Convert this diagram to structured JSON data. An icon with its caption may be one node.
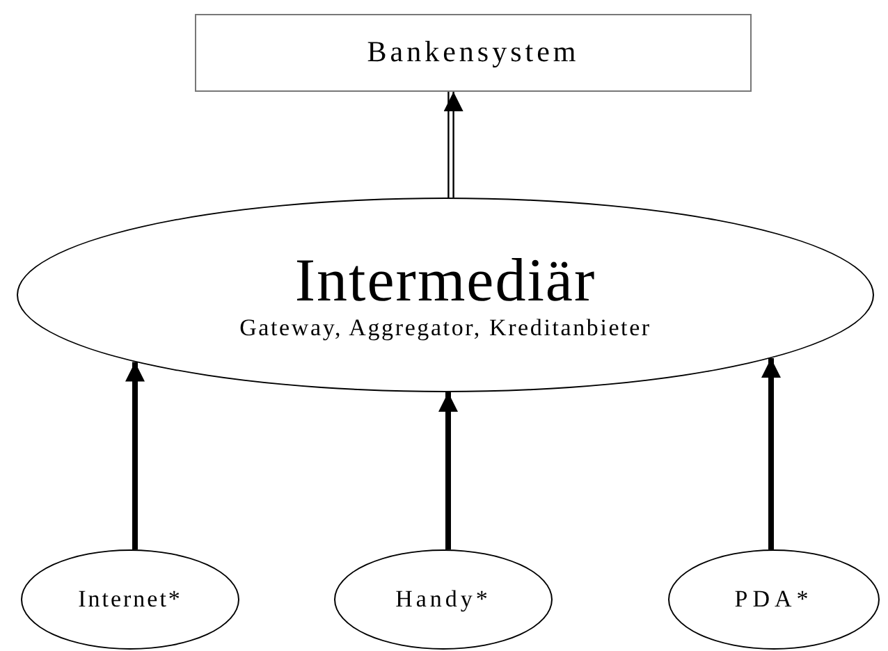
{
  "diagram": {
    "nodes": [
      {
        "text": [
          "Bankensystem"
        ]
      },
      {
        "text": [
          "Intermediär",
          "Gateway, Aggregator, Kreditanbieter"
        ]
      },
      {
        "text": [
          "Internet*"
        ]
      },
      {
        "text": [
          "Handy*"
        ]
      },
      {
        "text": [
          "PDA*"
        ]
      }
    ],
    "edges": [
      {
        "from": 1,
        "to": 0,
        "arrow": "to"
      },
      {
        "from": 2,
        "to": 1,
        "arrow": "to"
      },
      {
        "from": 3,
        "to": 1,
        "arrow": "to"
      },
      {
        "from": 4,
        "to": 1,
        "arrow": "to"
      }
    ]
  }
}
